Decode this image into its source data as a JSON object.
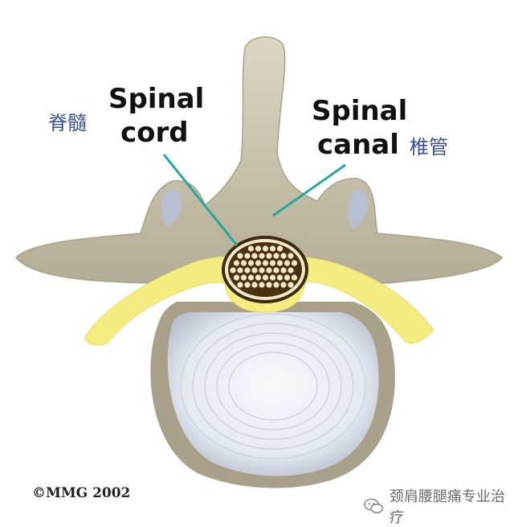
{
  "labels": {
    "spinal_cord_line1": "Spinal",
    "spinal_cord_line2": "cord",
    "spinal_cord_cn": "脊髓",
    "spinal_canal_line1": "Spinal",
    "spinal_canal_line2": "canal",
    "spinal_canal_cn": "椎管"
  },
  "footer": {
    "copyright": "©MMG 2002",
    "watermark": "颈肩腰腿痛专业治疗"
  },
  "colors": {
    "bone": "#cfc8b4",
    "bone_shadow": "#9e977f",
    "ligament": "#f7ef86",
    "disc": "#e9eef5",
    "pointer": "#2aa79b",
    "cord_fill": "#f3e9c9",
    "cord_border": "#3b2a12"
  },
  "icons": {
    "watermark_icon": "wechat-icon"
  }
}
